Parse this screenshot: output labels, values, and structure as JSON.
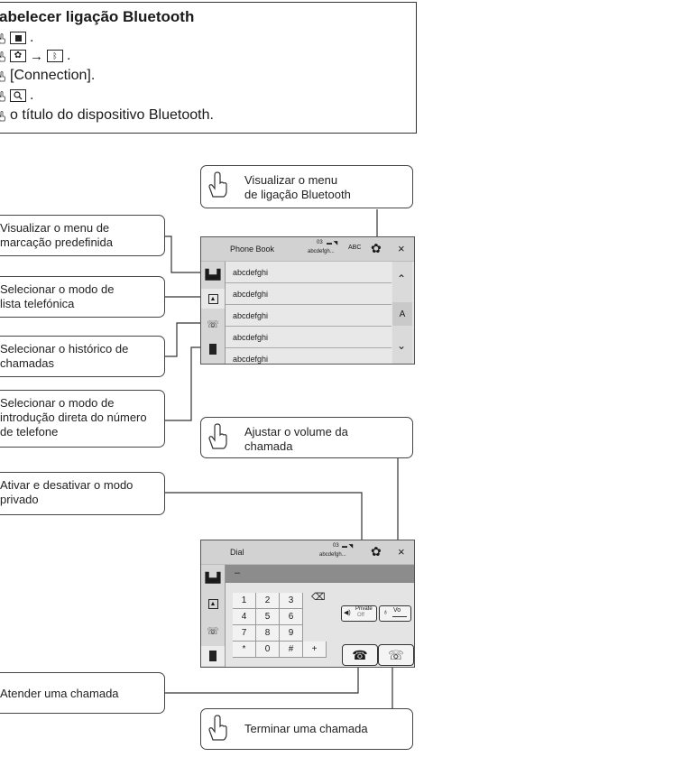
{
  "instructions": {
    "title": "abelecer ligação Bluetooth",
    "steps": [
      {
        "text": "."
      },
      {
        "arrow": "→",
        "text": "."
      },
      {
        "text": "[Connection]."
      },
      {
        "text": "."
      },
      {
        "text": "o título do dispositivo Bluetooth."
      }
    ],
    "icons": [
      "hand-icon",
      "stop-square-icon",
      "gear-icon",
      "bluetooth-icon",
      "search-icon"
    ]
  },
  "callouts": {
    "bt_menu": [
      "Visualizar o menu",
      "de ligação Bluetooth"
    ],
    "preset": [
      "Visualizar o menu de",
      "marcação predefinida"
    ],
    "phonebook": [
      "Selecionar o modo de",
      "lista telefónica"
    ],
    "history": [
      "Selecionar o histórico de",
      "chamadas"
    ],
    "direct": [
      "Selecionar o modo de",
      "introdução direta do número",
      "de telefone"
    ],
    "volume": [
      "Ajustar o volume da",
      "chamada"
    ],
    "private": [
      "Ativar e desativar o modo",
      "privado"
    ],
    "answer": "Atender uma chamada",
    "end": "Terminar uma chamada"
  },
  "phonebook_screen": {
    "title": "Phone Book",
    "status_top": "03",
    "device": "abcdefgh...",
    "abc_label": "ABC",
    "entries": [
      "abcdefghi",
      "abcdefghi",
      "abcdefghi",
      "abcdefghi",
      "abcdefghi"
    ],
    "index_letter": "A",
    "close": "×"
  },
  "dial_screen": {
    "title": "Dial",
    "status_top": "03",
    "device": "abcdefgh...",
    "entry": "–",
    "keys": [
      "1",
      "2",
      "3",
      "4",
      "5",
      "6",
      "7",
      "8",
      "9",
      "*",
      "0",
      "#",
      "+"
    ],
    "private_label": "Private",
    "private_state": "Off",
    "vol_label": "Vo",
    "close": "×"
  }
}
